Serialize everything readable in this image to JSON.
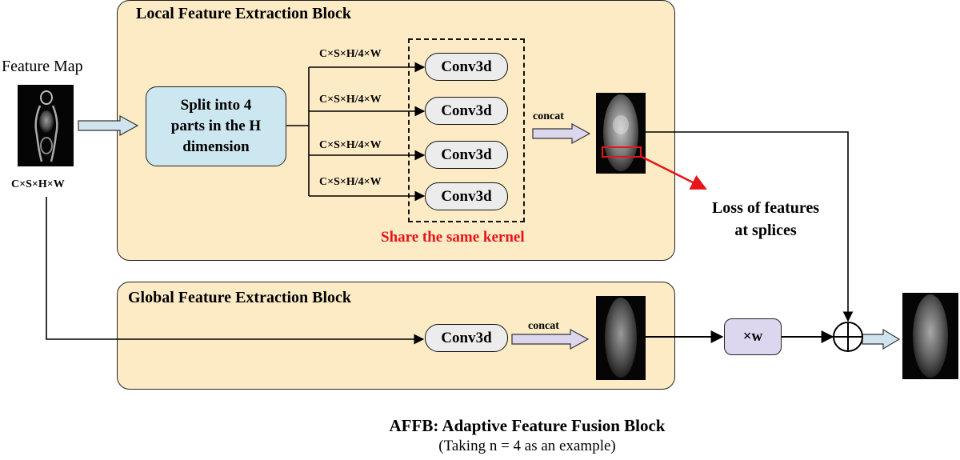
{
  "local_block": {
    "title": "Local Feature Extraction Block"
  },
  "global_block": {
    "title": "Global Feature Extraction Block"
  },
  "input": {
    "label": "Feature Map",
    "dims": "C×S×H×W"
  },
  "split_box": {
    "line1": "Split into 4",
    "line2": "parts in the H",
    "line3": "dimension"
  },
  "branch_dims": [
    "C×S×H/4×W",
    "C×S×H/4×W",
    "C×S×H/4×W",
    "C×S×H/4×W"
  ],
  "conv_label": "Conv3d",
  "share_note": "Share the same kernel",
  "concat_label": "concat",
  "loss_note": {
    "line1": "Loss of features",
    "line2": "at splices"
  },
  "weight_label": "×w",
  "caption": {
    "title": "AFFB: Adaptive Feature Fusion Block",
    "subtitle": "(Taking n = 4 as an example)"
  },
  "colors": {
    "block_fill": "#fcebc4",
    "split_fill": "#cde7f1",
    "weight_fill": "#dcd6ee",
    "conv_fill": "#ececec",
    "alert": "#e8141a",
    "arrow_fill": "#cfe4ef"
  }
}
